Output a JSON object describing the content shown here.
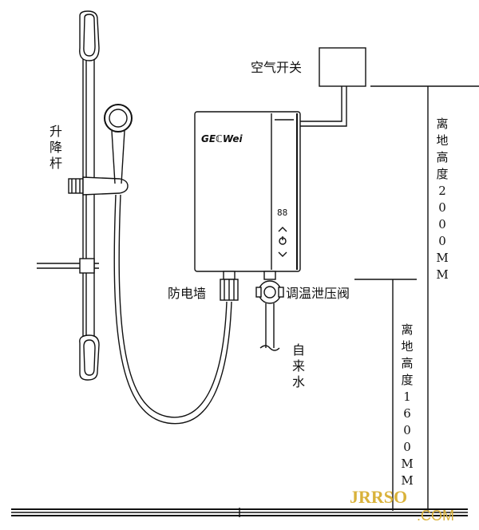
{
  "labels": {
    "air_switch": "空气开关",
    "lift_rod": [
      "升",
      "降",
      "杆"
    ],
    "anti_shock_wall": "防电墙",
    "temp_valve": "调温泄压阀",
    "tap_water": [
      "自",
      "来",
      "水"
    ],
    "height_2000": [
      "离",
      "地",
      "高",
      "度",
      "2",
      "0",
      "0",
      "0",
      "M",
      "M"
    ],
    "height_1600": [
      "离",
      "地",
      "高",
      "度",
      "1",
      "6",
      "0",
      "0",
      "M",
      "M"
    ]
  },
  "heater": {
    "brand": "GEℂWei",
    "display": "88"
  },
  "watermark": {
    "main": "JRRSO",
    "suffix": ".COM"
  },
  "colors": {
    "line": "#111111",
    "watermark": "#d9b23a"
  }
}
